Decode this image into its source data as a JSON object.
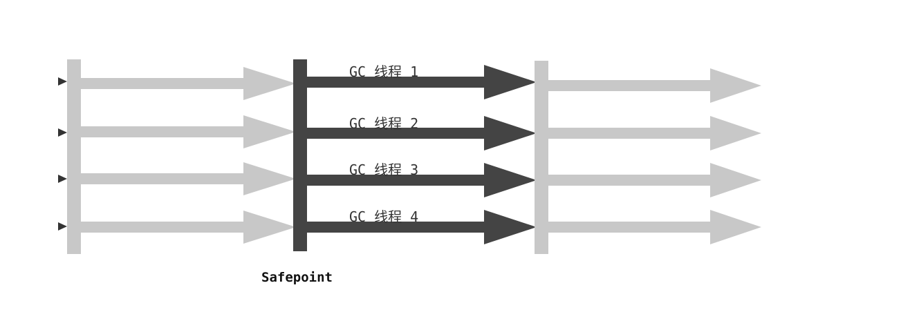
{
  "diagram": {
    "safepoint_label": "Safepoint",
    "gc_threads": [
      {
        "label": "GC 线程 1"
      },
      {
        "label": "GC 线程 2"
      },
      {
        "label": "GC 线程 3"
      },
      {
        "label": "GC 线程 4"
      }
    ],
    "colors": {
      "running_arrow": "#c8c8c8",
      "gc_arrow": "#444444",
      "safepoint_bar": "#444444",
      "resume_bar": "#c8c8c8",
      "background": "#ffffff"
    }
  }
}
